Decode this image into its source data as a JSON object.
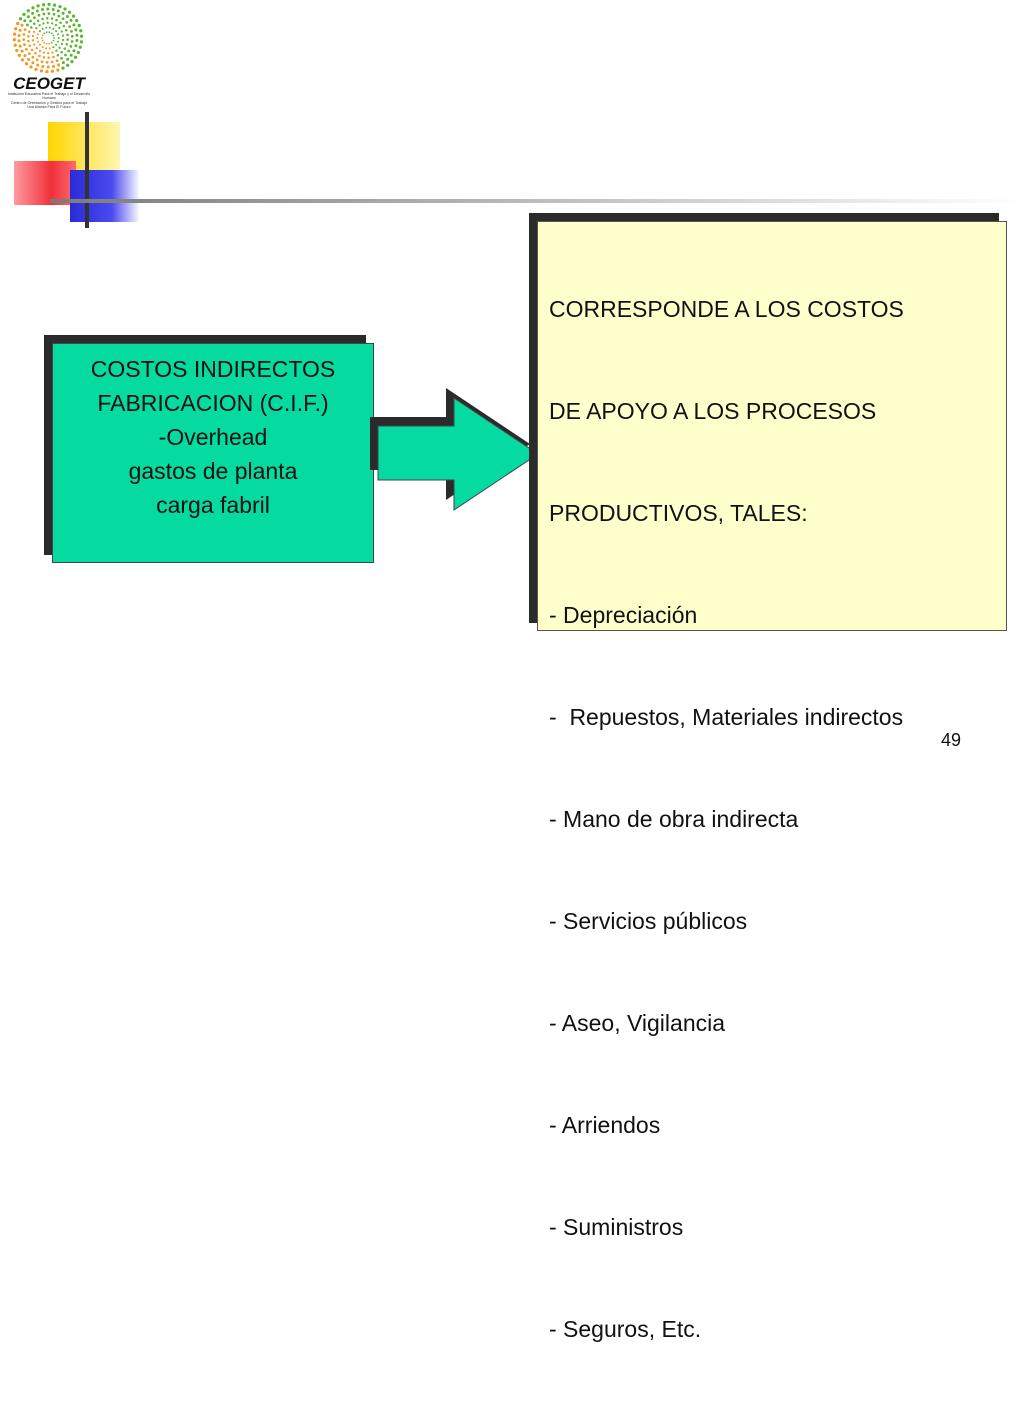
{
  "logo": {
    "wordmark": "CEOGET",
    "subtitle_lines": [
      "Institución Educativa Para el Trabajo y el Desarrollo Humano",
      "Centro de Orientación y Gestión para el Trabajo",
      "Una Alianza Para El Futuro"
    ],
    "colors": {
      "green": "#5cb531",
      "orange": "#f39a1e"
    }
  },
  "left_box": {
    "lines": [
      "COSTOS INDIRECTOS",
      "FABRICACION  (C.I.F.)",
      "-Overhead",
      "gastos de planta",
      "carga fabril"
    ],
    "color": "#05dba0"
  },
  "right_box": {
    "lines": [
      "CORRESPONDE A LOS COSTOS",
      "DE APOYO A LOS PROCESOS",
      "PRODUCTIVOS, TALES:",
      "- Depreciación",
      "-  Repuestos, Materiales indirectos",
      "- Mano de obra indirecta",
      "- Servicios públicos",
      "- Aseo, Vigilancia",
      "- Arriendos",
      "- Suministros",
      "- Seguros, Etc."
    ],
    "color": "#ffffcc"
  },
  "arrow": {
    "color": "#05dba0",
    "icon": "arrow-right-icon"
  },
  "decoration": {
    "yellow": "#ffd600",
    "red": "#f0303a",
    "blue": "#2a2ad8",
    "line": "#9a9a9a"
  },
  "page_number": "49"
}
